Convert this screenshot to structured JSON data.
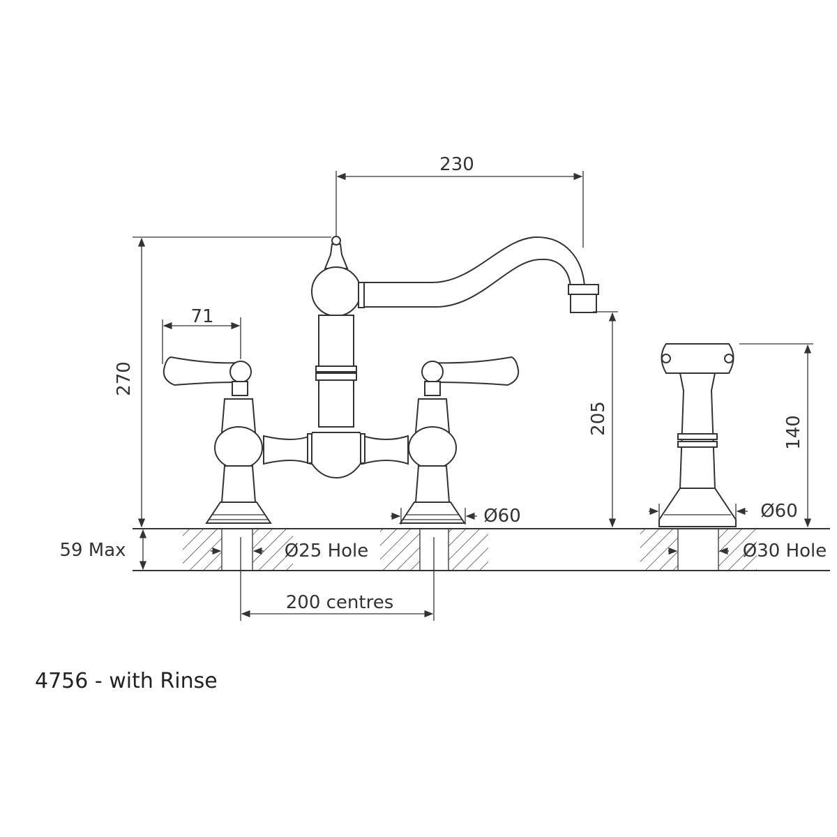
{
  "title": "4756 - with Rinse",
  "dimensions": {
    "spout_reach": "230",
    "overall_height": "270",
    "handle_width": "71",
    "spout_clearance": "205",
    "rinse_height": "140",
    "deck_thickness": "59 Max",
    "tap_hole": "Ø25 Hole",
    "tap_base_diameter": "Ø60",
    "rinse_base_diameter": "Ø60",
    "rinse_hole": "Ø30 Hole",
    "centres": "200 centres"
  }
}
